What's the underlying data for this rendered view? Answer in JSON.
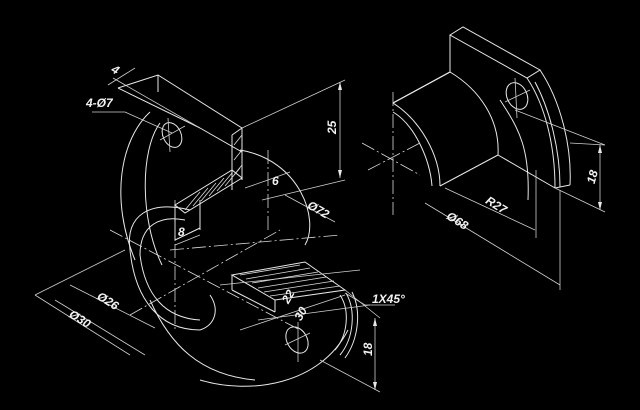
{
  "drawing": {
    "background": "#000000",
    "line_color": "#e8e8e8",
    "view": "isometric",
    "left_part": {
      "dimensions": {
        "thickness": "4",
        "holes": "4-Ø7",
        "height": "25",
        "slot_width": "6",
        "outer_dia": "Ø72",
        "rib": "8",
        "inner_dia": "Ø26",
        "bore_dia": "Ø30",
        "width_22": "22",
        "width_30": "30",
        "chamfer": "1X45°",
        "base_height": "18"
      }
    },
    "right_part": {
      "dimensions": {
        "radius": "R27",
        "dia": "Ø68",
        "height": "18"
      }
    }
  }
}
